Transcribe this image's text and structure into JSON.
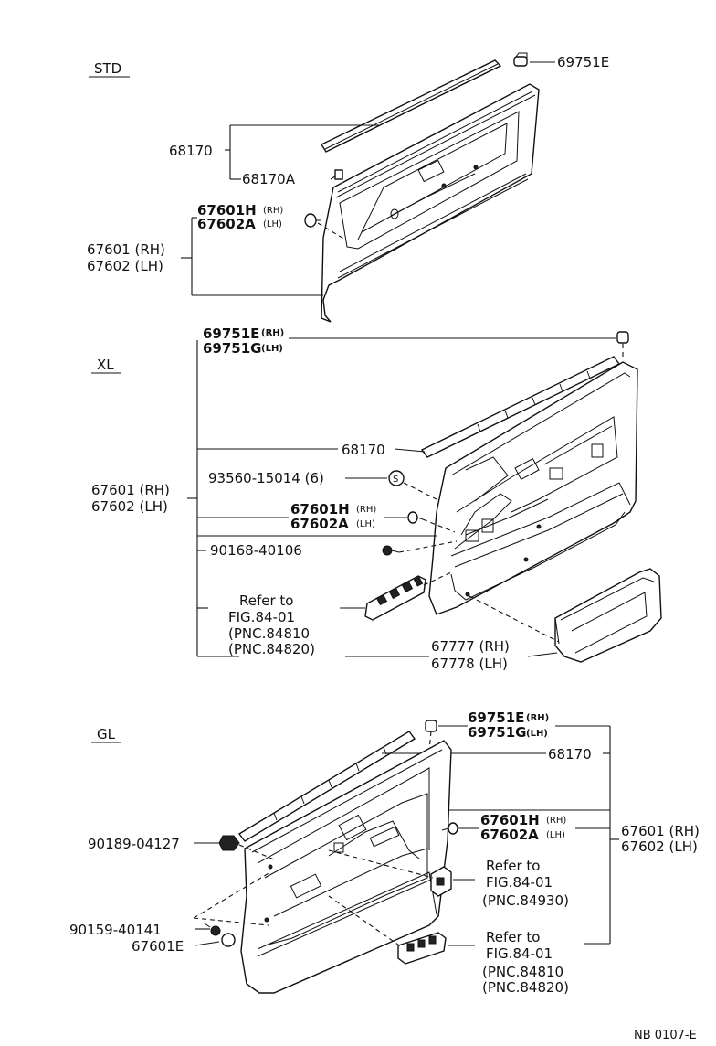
{
  "sections": {
    "std": "STD",
    "xl": "XL",
    "gl": "GL"
  },
  "std": {
    "p69751e": "69751E",
    "p68170": "68170",
    "p68170a": "68170A",
    "p67601h": "67601H",
    "p67602a": "67602A",
    "rh": "(RH)",
    "lh": "(LH)",
    "board_rh": "67601 (RH)",
    "board_lh": "67602 (LH)"
  },
  "xl": {
    "clip_rh": "69751E",
    "clip_lh": "69751G",
    "rh": "(RH)",
    "lh": "(LH)",
    "p68170": "68170",
    "screw": "93560-15014 (6)",
    "screw_symbol": "S",
    "board_rh": "67601 (RH)",
    "board_lh": "67602 (LH)",
    "p67601h": "67601H",
    "p67602a": "67602A",
    "bolt": "90168-40106",
    "refer_1": "Refer to",
    "refer_2": "FIG.84-01",
    "refer_3": "(PNC.84810",
    "refer_4": "(PNC.84820)",
    "pocket_rh": "67777 (RH)",
    "pocket_lh": "67778 (LH)"
  },
  "gl": {
    "clip_rh": "69751E",
    "clip_lh": "69751G",
    "rh": "(RH)",
    "lh": "(LH)",
    "p68170": "68170",
    "p67601h": "67601H",
    "p67602a": "67602A",
    "board_rh": "67601 (RH)",
    "board_lh": "67602 (LH)",
    "p90189": "90189-04127",
    "p90159": "90159-40141",
    "p67601e": "67601E",
    "refer_a_1": "Refer to",
    "refer_a_2": "FIG.84-01",
    "refer_a_3": "(PNC.84930)",
    "refer_b_1": "Refer to",
    "refer_b_2": "FIG.84-01",
    "refer_b_3": "(PNC.84810",
    "refer_b_4": "(PNC.84820)"
  },
  "footer_code": "NB 0107-E"
}
